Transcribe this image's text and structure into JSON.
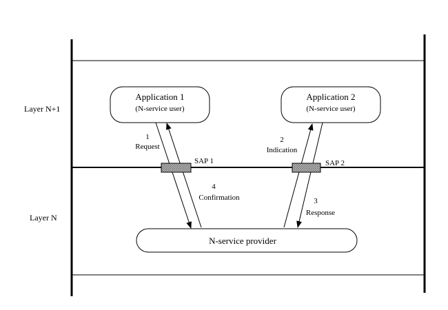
{
  "layers": {
    "upper": "Layer N+1",
    "lower": "Layer N"
  },
  "app1": {
    "title": "Application 1",
    "subtitle": "(N-service user)"
  },
  "app2": {
    "title": "Application 2",
    "subtitle": "(N-service user)"
  },
  "sap1": "SAP 1",
  "sap2": "SAP 2",
  "provider": "N-service provider",
  "steps": {
    "s1_num": "1",
    "s1_label": "Request",
    "s2_num": "2",
    "s2_label": "Indication",
    "s3_num": "3",
    "s3_label": "Response",
    "s4_num": "4",
    "s4_label": "Confirmation"
  },
  "colors": {
    "line": "#000000",
    "background": "#ffffff",
    "sap_fill": "#999999"
  }
}
